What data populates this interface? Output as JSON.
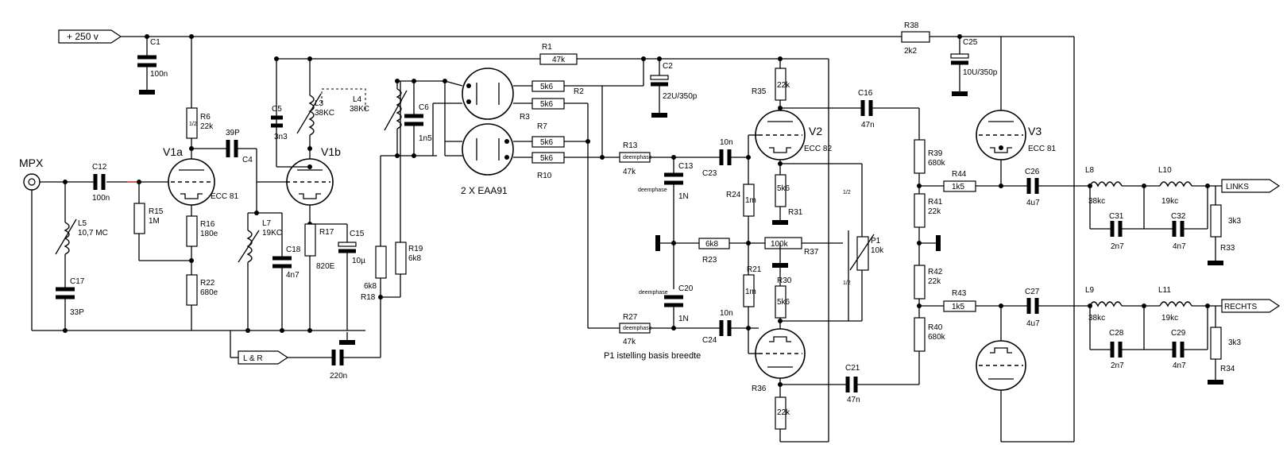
{
  "title": "",
  "ports": {
    "supply": "+ 250 v",
    "input": "MPX",
    "lr": "L & R",
    "left_out": "LINKS",
    "right_out": "RECHTS"
  },
  "tubes": {
    "v1a": "V1a",
    "v1b": "V1b",
    "v1_type": "ECC 81",
    "v2": "V2",
    "v2_type": "ECC 82",
    "v3": "V3",
    "v3_type": "ECC 81",
    "diodes": "2 X EAA91"
  },
  "resistors": {
    "r1": "R1",
    "r1_v": "47k",
    "r2": "R2",
    "r2_v": "5k6",
    "r3": "R3",
    "r3_v": "5k6",
    "r7": "R7",
    "r7_v": "5k6",
    "r10": "R10",
    "r10_v": "5k6",
    "r6": "R6",
    "r6_v": "22k",
    "r15": "R15",
    "r15_v": "1M",
    "r16": "R16",
    "r16_v": "180e",
    "r22": "R22",
    "r22_v": "680e",
    "r17": "R17",
    "r17_v": "820E",
    "r18": "R18",
    "r18_v": "6k8",
    "r19": "R19",
    "r19_v": "6k8",
    "r13": "R13",
    "r13_v": "47k",
    "r27": "R27",
    "r27_v": "47k",
    "r23": "R23",
    "r23_v": "6k8",
    "r24": "R24",
    "r24_v": "1m",
    "r21": "R21",
    "r21_v": "1m",
    "r35": "R35",
    "r35_v": "22k",
    "r31": "R31",
    "r31_v": "5k6",
    "r30": "R30",
    "r30_v": "5k6",
    "r36": "R36",
    "r36_v": "22k",
    "r37": "R37",
    "r37_v": "100k",
    "p1": "P1",
    "p1_v": "10k",
    "r38": "R38",
    "r38_v": "2k2",
    "r39": "R39",
    "r39_v": "680k",
    "r40": "R40",
    "r40_v": "680k",
    "r41": "R41",
    "r41_v": "22k",
    "r42": "R42",
    "r42_v": "22k",
    "r44": "R44",
    "r44_v": "1k5",
    "r43": "R43",
    "r43_v": "1k5",
    "r33": "R33",
    "r33_v": "3k3",
    "r34": "R34",
    "r34_v": "3k3",
    "tiny_res": "deemphase",
    "half": "1/2"
  },
  "capacitors": {
    "c1": "C1",
    "c1_v": "100n",
    "c2": "C2",
    "c2_v": "22U/350p",
    "c4": "C4",
    "c4_v": "39P",
    "c5": "C5",
    "c5_v": "3n3",
    "c6": "C6",
    "c6_v": "1n5",
    "c12": "C12",
    "c12_v": "100n",
    "c13": "C13",
    "c13_v": "1N",
    "c20": "C20",
    "c20_v": "1N",
    "c15": "C15",
    "c15_v": "10µ",
    "c16": "C16",
    "c16_v": "47n",
    "c17": "C17",
    "c17_v": "33P",
    "c18": "C18",
    "c18_v": "4n7",
    "c21": "C21",
    "c21_v": "47n",
    "c23": "C23",
    "c24": "C24",
    "c23_v": "10n",
    "c24_v": "10n",
    "c25": "C25",
    "c25_v": "10U/350p",
    "c26": "C26",
    "c26_v": "4u7",
    "c27": "C27",
    "c27_v": "4u7",
    "c28": "C28",
    "c28_v": "2n7",
    "c29": "C29",
    "c29_v": "4n7",
    "c31": "C31",
    "c31_v": "2n7",
    "c32": "C32",
    "c32_v": "4n7",
    "c_lr_v": "220n"
  },
  "inductors": {
    "l3": "L3",
    "l3_v": "38KC",
    "l4": "L4",
    "l4_v": "38KC",
    "l5": "L5",
    "l5_v": "10,7 MC",
    "l7": "L7",
    "l7_v": "19KC",
    "l8": "L8",
    "l8_v": "38kc",
    "l9": "L9",
    "l9_v": "38kc",
    "l10": "L10",
    "l10_v": "19kc",
    "l11": "L11",
    "l11_v": "19kc"
  },
  "notes": {
    "p1_note": "P1 istelling basis breedte"
  }
}
